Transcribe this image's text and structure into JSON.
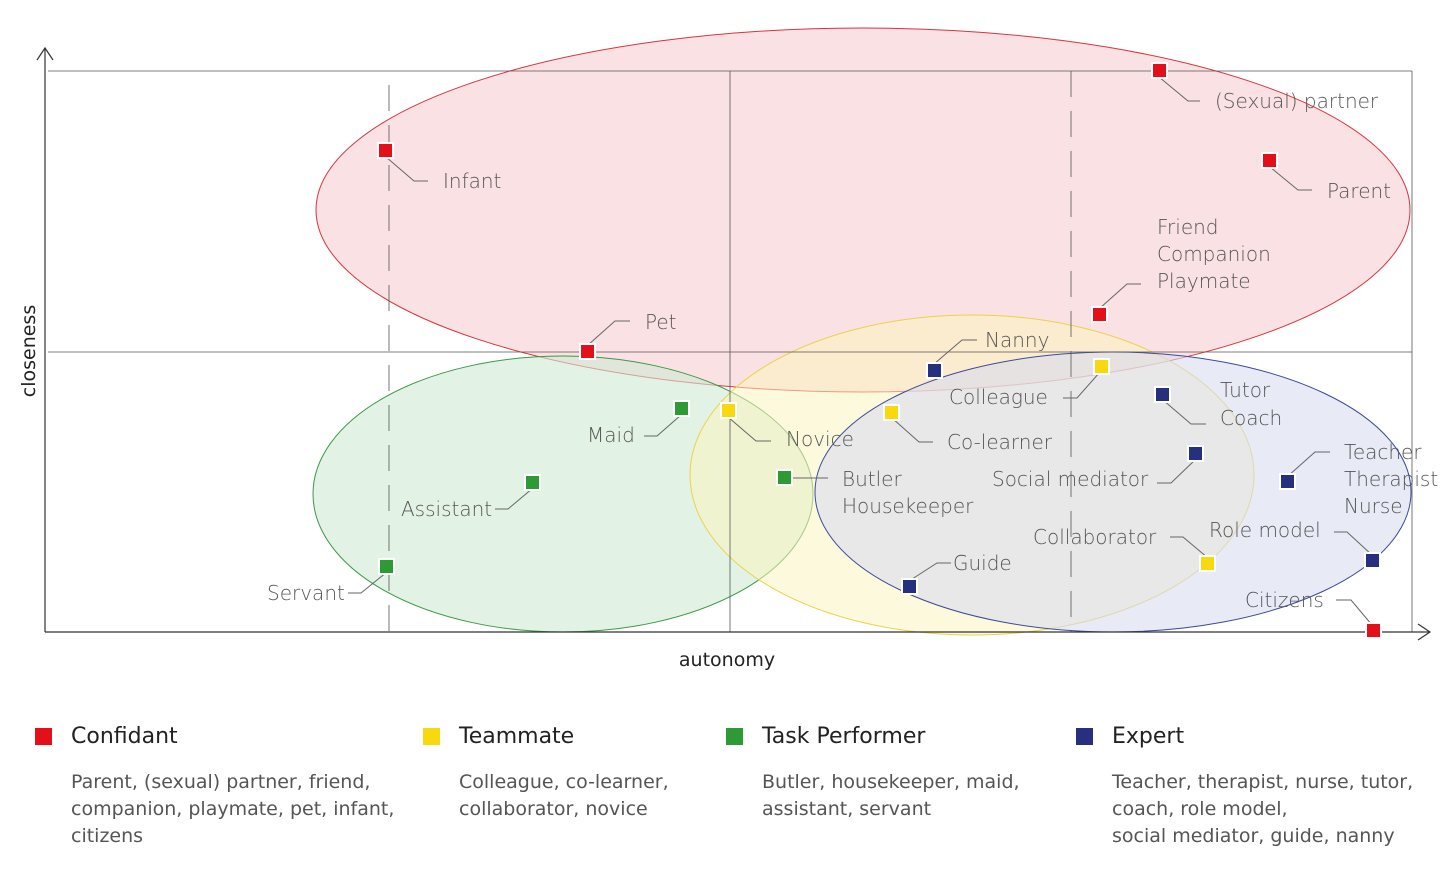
{
  "axes": {
    "x_label": "autonomy",
    "y_label": "closeness"
  },
  "categories": {
    "confidant": {
      "title": "Confidant",
      "color": "#E3101A",
      "desc": "Parent, (sexual) partner, friend,\ncompanion, playmate, pet, infant,\ncitizens"
    },
    "teammate": {
      "title": "Teammate",
      "color": "#F8D90F",
      "desc": "Colleague, co-learner,\ncollaborator, novice"
    },
    "task_performer": {
      "title": "Task Performer",
      "color": "#2E9A35",
      "desc": "Butler, housekeeper, maid,\nassistant, servant"
    },
    "expert": {
      "title": "Expert",
      "color": "#25307F",
      "desc": "Teacher, therapist, nurse, tutor,\ncoach, role model,\nsocial mediator, guide, nanny"
    }
  },
  "roles": {
    "sexual_partner": "(Sexual) partner",
    "parent": "Parent",
    "infant": "Infant",
    "friend": "Friend",
    "companion": "Companion",
    "playmate": "Playmate",
    "pet": "Pet",
    "nanny": "Nanny",
    "colleague": "Colleague",
    "tutor": "Tutor",
    "coach": "Coach",
    "maid": "Maid",
    "novice": "Novice",
    "co_learner": "Co-learner",
    "teacher": "Teacher",
    "therapist": "Therapist",
    "nurse": "Nurse",
    "assistant": "Assistant",
    "butler": "Butler",
    "housekeeper": "Housekeeper",
    "social_mediator": "Social mediator",
    "collaborator": "Collaborator",
    "role_model": "Role model",
    "guide": "Guide",
    "servant": "Servant",
    "citizens": "Citizens"
  }
}
